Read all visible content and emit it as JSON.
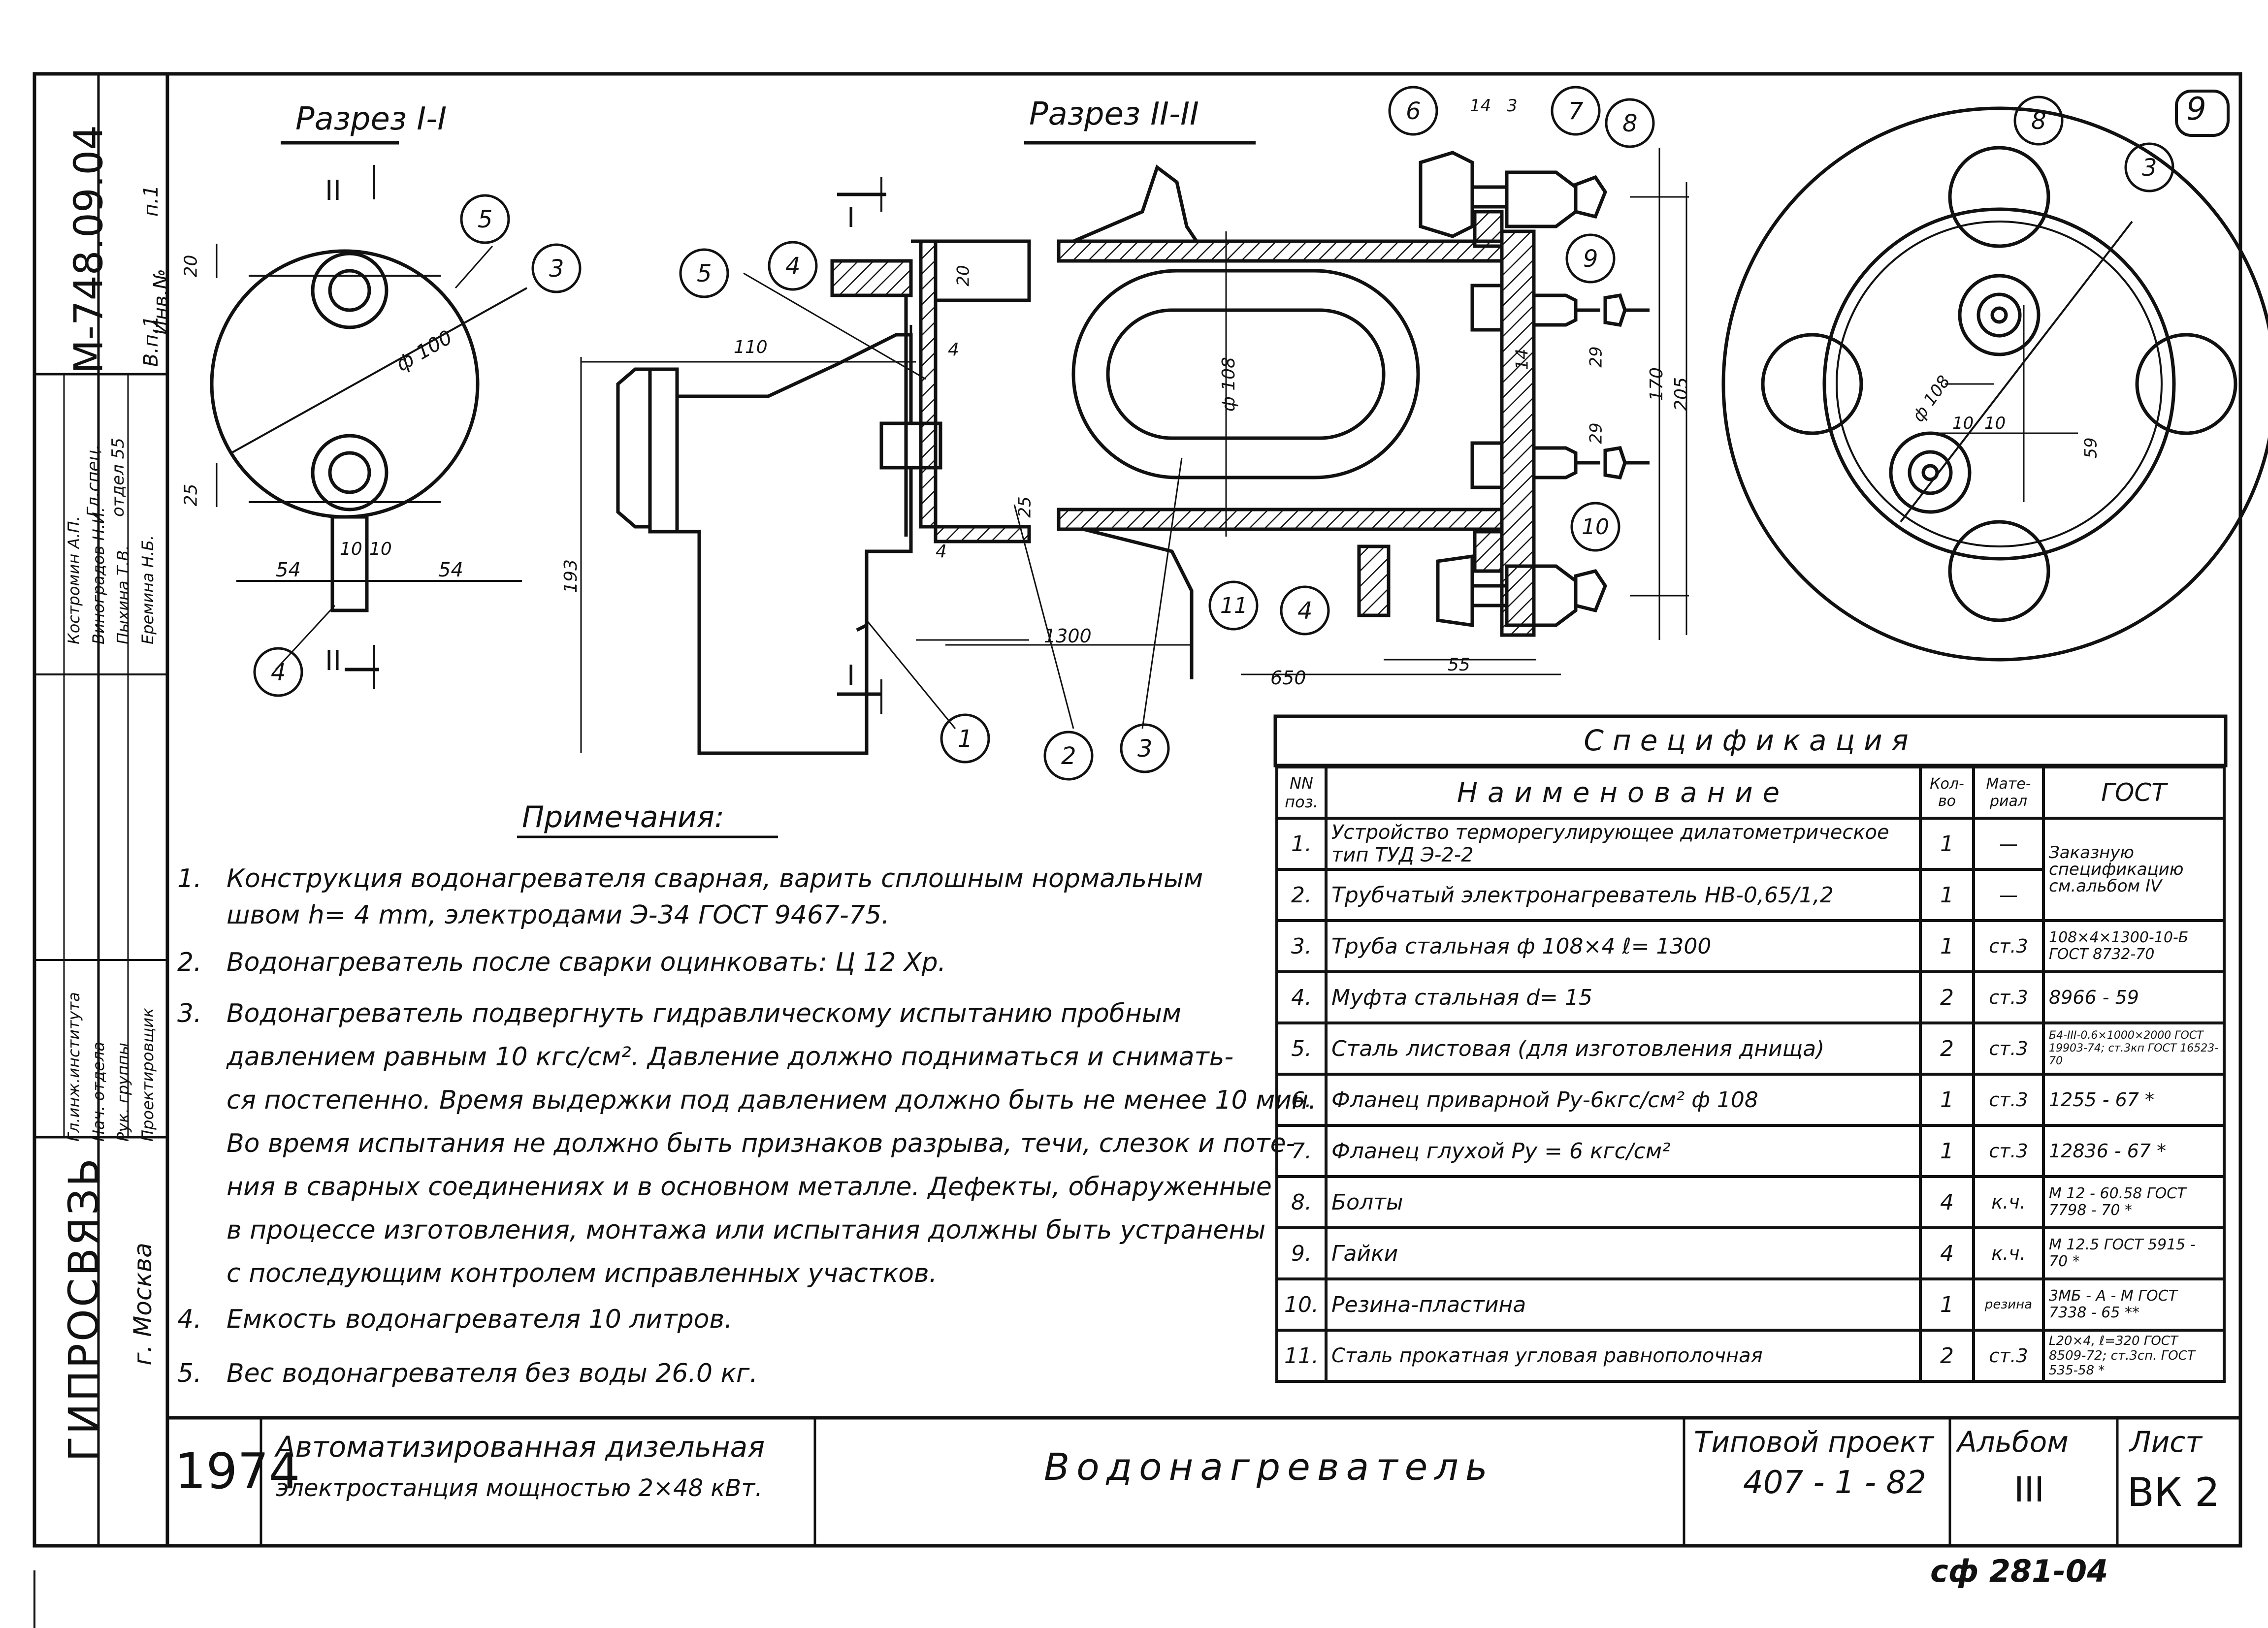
{
  "sheet": {
    "sheet_number_circled": "9",
    "drawing_code": "М-748.09.04",
    "side_labels": [
      "п.1",
      "Инв.№",
      "В.п.1"
    ],
    "org": "ГИПРОСВЯЗЬ",
    "city": "г. Москва",
    "reference": "сф 281-04"
  },
  "stamp": {
    "rows": [
      {
        "role": "Гл.инж.института",
        "name": "Костромин А.П."
      },
      {
        "role": "Нач. отдела",
        "name": "Виноградов Н.И."
      },
      {
        "role": "Рук. группы",
        "name": "Пыхина Т.В."
      },
      {
        "role": "Проектировщик",
        "name": "Еремина Н.Б."
      }
    ],
    "department": "отдел 55",
    "head": "Гл.спец."
  },
  "views": {
    "section1_title": "Разрез I-I",
    "section2_title": "Разрез II-II",
    "cut_mark_1": "I",
    "cut_mark_2": "II"
  },
  "dimensions": {
    "v1": {
      "diameter": "ф 100",
      "top": "20",
      "bottom": "25",
      "left": "54",
      "right": "54",
      "pipe_a": "10",
      "pipe_b": "10"
    },
    "v2": {
      "len110": "110",
      "len193": "193",
      "len1300": "1300",
      "len650": "650",
      "t4a": "4",
      "t4b": "4",
      "d108": "ф 108",
      "d25": "25",
      "d20": "20"
    },
    "v3": {
      "top14": "14",
      "top3": "3",
      "d29a": "29",
      "d29b": "29",
      "d14": "14",
      "h170": "170",
      "h205": "205",
      "len55": "55"
    },
    "v4": {
      "d108": "ф 108",
      "a10": "10",
      "b10": "10",
      "c59": "59"
    }
  },
  "callouts": [
    "1",
    "2",
    "3",
    "4",
    "5",
    "6",
    "7",
    "8",
    "9",
    "10",
    "11"
  ],
  "notes": {
    "title": "Примечания:",
    "items": [
      {
        "n": "1.",
        "lines": [
          "Конструкция водонагревателя сварная, варить сплошным нормальным",
          "швом h= 4 mm, электродами Э-34 ГОСТ 9467-75."
        ]
      },
      {
        "n": "2.",
        "lines": [
          "Водонагреватель после сварки оцинковать: Ц 12 Хр."
        ]
      },
      {
        "n": "3.",
        "lines": [
          "Водонагреватель подвергнуть гидравлическому испытанию пробным",
          "давлением равным 10 кгс/см². Давление должно подниматься и снимать-",
          "ся постепенно. Время выдержки под давлением должно быть не менее 10 мин.",
          "Во время испытания не должно быть признаков разрыва, течи, слезок и поте-",
          "ния в сварных соединениях и в основном металле. Дефекты, обнаруженные",
          "в процессе изготовления, монтажа или испытания должны быть устранены",
          "с последующим контролем исправленных участков."
        ]
      },
      {
        "n": "4.",
        "lines": [
          "Емкость водонагревателя 10 литров."
        ]
      },
      {
        "n": "5.",
        "lines": [
          "Вес водонагревателя без воды 26.0 кг."
        ]
      }
    ]
  },
  "spec": {
    "title": "Спецификация",
    "headers": {
      "no": "NN поз.",
      "name": "Наименование",
      "qty": "Кол-во",
      "mat": "Мате-риал",
      "gost": "ГОСТ"
    },
    "rows": [
      {
        "no": "1.",
        "name": "Устройство терморегулирующее дилатометрическое тип ТУД Э-2-2",
        "qty": "1",
        "mat": "—",
        "gost": "Заказную спецификацию см.альбом IV"
      },
      {
        "no": "2.",
        "name": "Трубчатый электронагреватель НВ-0,65/1,2",
        "qty": "1",
        "mat": "—",
        "gost": ""
      },
      {
        "no": "3.",
        "name": "Труба стальная ф 108×4 ℓ= 1300",
        "qty": "1",
        "mat": "ст.3",
        "gost": "108×4×1300-10-Б ГОСТ 8732-70"
      },
      {
        "no": "4.",
        "name": "Муфта стальная d= 15",
        "qty": "2",
        "mat": "ст.3",
        "gost": "8966 - 59"
      },
      {
        "no": "5.",
        "name": "Сталь листовая (для изготовления днища)",
        "qty": "2",
        "mat": "ст.3",
        "gost": "Б4-III-0.6×1000×2000 ГОСТ 19903-74; ст.3кп ГОСТ 16523-70"
      },
      {
        "no": "6.",
        "name": "Фланец приварной Ру-6кгс/см² ф 108",
        "qty": "1",
        "mat": "ст.3",
        "gost": "1255 - 67 *"
      },
      {
        "no": "7.",
        "name": "Фланец глухой Ру = 6 кгс/см²",
        "qty": "1",
        "mat": "ст.3",
        "gost": "12836 - 67 *"
      },
      {
        "no": "8.",
        "name": "Болты",
        "qty": "4",
        "mat": "к.ч.",
        "gost": "М 12 - 60.58 ГОСТ 7798 - 70 *"
      },
      {
        "no": "9.",
        "name": "Гайки",
        "qty": "4",
        "mat": "к.ч.",
        "gost": "М 12.5 ГОСТ 5915 - 70 *"
      },
      {
        "no": "10.",
        "name": "Резина-пластина",
        "qty": "1",
        "mat": "резина",
        "gost": "3МБ - А - М ГОСТ 7338 - 65 **"
      },
      {
        "no": "11.",
        "name": "Сталь прокатная угловая равнополочная",
        "qty": "2",
        "mat": "ст.3",
        "gost": "L20×4, ℓ=320 ГОСТ 8509-72; ст.3сп. ГОСТ 535-58 *"
      }
    ]
  },
  "title_block": {
    "year": "1974",
    "project_desc_1": "Автоматизированная дизельная",
    "project_desc_2": "электростанция мощностью 2×48 кВт.",
    "item_title": "Водонагреватель",
    "typical_project_label": "Типовой проект",
    "typical_project_no": "407 - 1 - 82",
    "album_label": "Альбом",
    "album_no": "III",
    "sheet_label": "Лист",
    "sheet_no": "ВК 2"
  }
}
